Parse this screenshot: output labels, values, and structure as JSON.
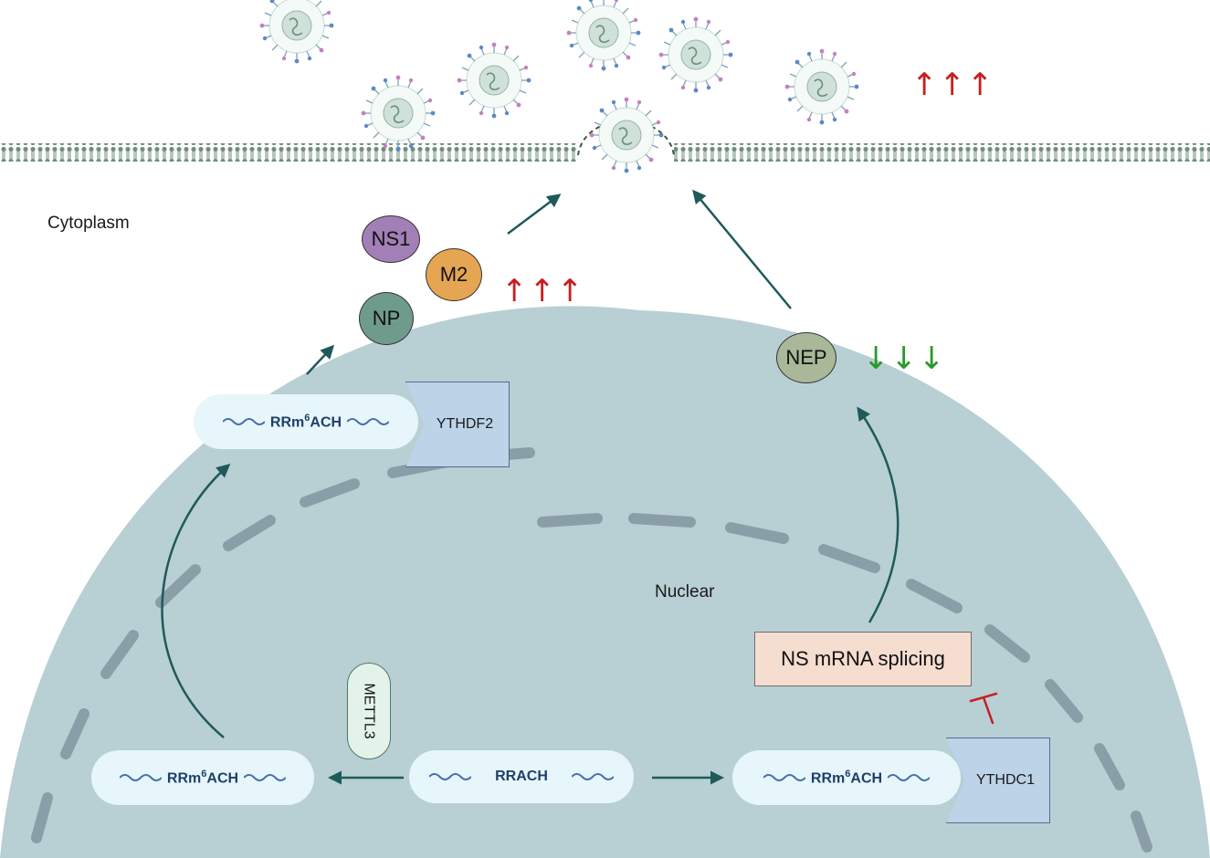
{
  "regions": {
    "cytoplasm": "Cytoplasm",
    "nucleus": "Nuclear"
  },
  "proteins": {
    "ns1": "NS1",
    "m2": "M2",
    "np": "NP",
    "nep": "NEP"
  },
  "readers": {
    "ythdf2": "YTHDF2",
    "ythdc1": "YTHDC1"
  },
  "writer": {
    "mettl3": "METTL3"
  },
  "rna": {
    "unmodified": "RRACH",
    "modified_prefix": "RRm",
    "modified_sup": "6",
    "modified_suffix": "ACH"
  },
  "process": {
    "splicing": "NS mRNA splicing"
  },
  "trends": {
    "up": "↑↑↑",
    "down": "↓↓↓"
  },
  "colors": {
    "nucleus_fill": "#b8cfd4",
    "nuclear_envelope": "#8a9ea8",
    "pathway_arrow": "#1f5a5a",
    "up_arrow": "#c81e1e",
    "down_arrow": "#2a9a2a",
    "inhibit": "#c81e1e",
    "ns1": "#a27fb6",
    "m2": "#e6a552",
    "np": "#6f9b8c",
    "nep": "#a8b898",
    "membrane": "#6f8f7c"
  }
}
